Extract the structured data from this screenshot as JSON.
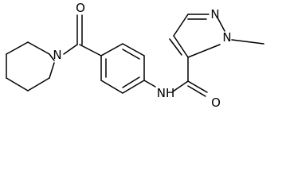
{
  "molecule": {
    "atoms": {
      "carbonyl_oxygen_top": "O",
      "piperidine_nitrogen": "N",
      "amide_nh": "NH",
      "amide_oxygen": "O",
      "pyrazole_n1": "N",
      "pyrazole_n2": "N"
    },
    "colors": {
      "bond": "#000000",
      "label": "#000000",
      "background": "#ffffff"
    }
  }
}
